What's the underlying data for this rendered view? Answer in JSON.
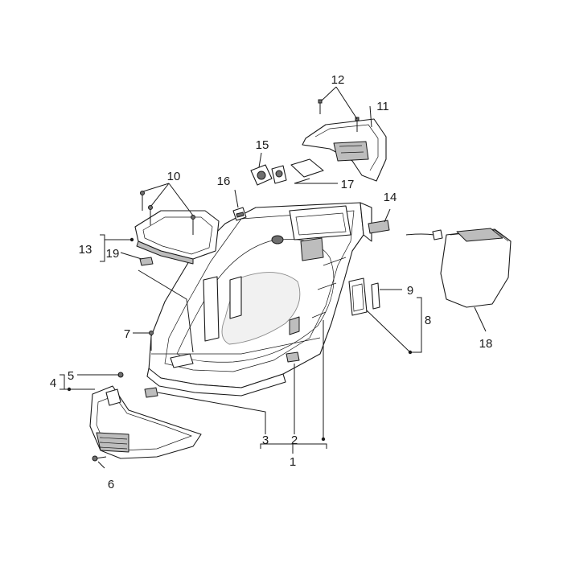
{
  "callouts": {
    "c1": "1",
    "c2": "2",
    "c3": "3",
    "c4": "4",
    "c5": "5",
    "c6": "6",
    "c7": "7",
    "c8": "8",
    "c9": "9",
    "c10": "10",
    "c11": "11",
    "c12": "12",
    "c13": "13",
    "c14": "14",
    "c15": "15",
    "c16": "16",
    "c17": "17",
    "c18": "18",
    "c19": "19"
  },
  "colors": {
    "line": "#1a1a1a",
    "shade": "#bdbdbd",
    "background": "#ffffff"
  }
}
